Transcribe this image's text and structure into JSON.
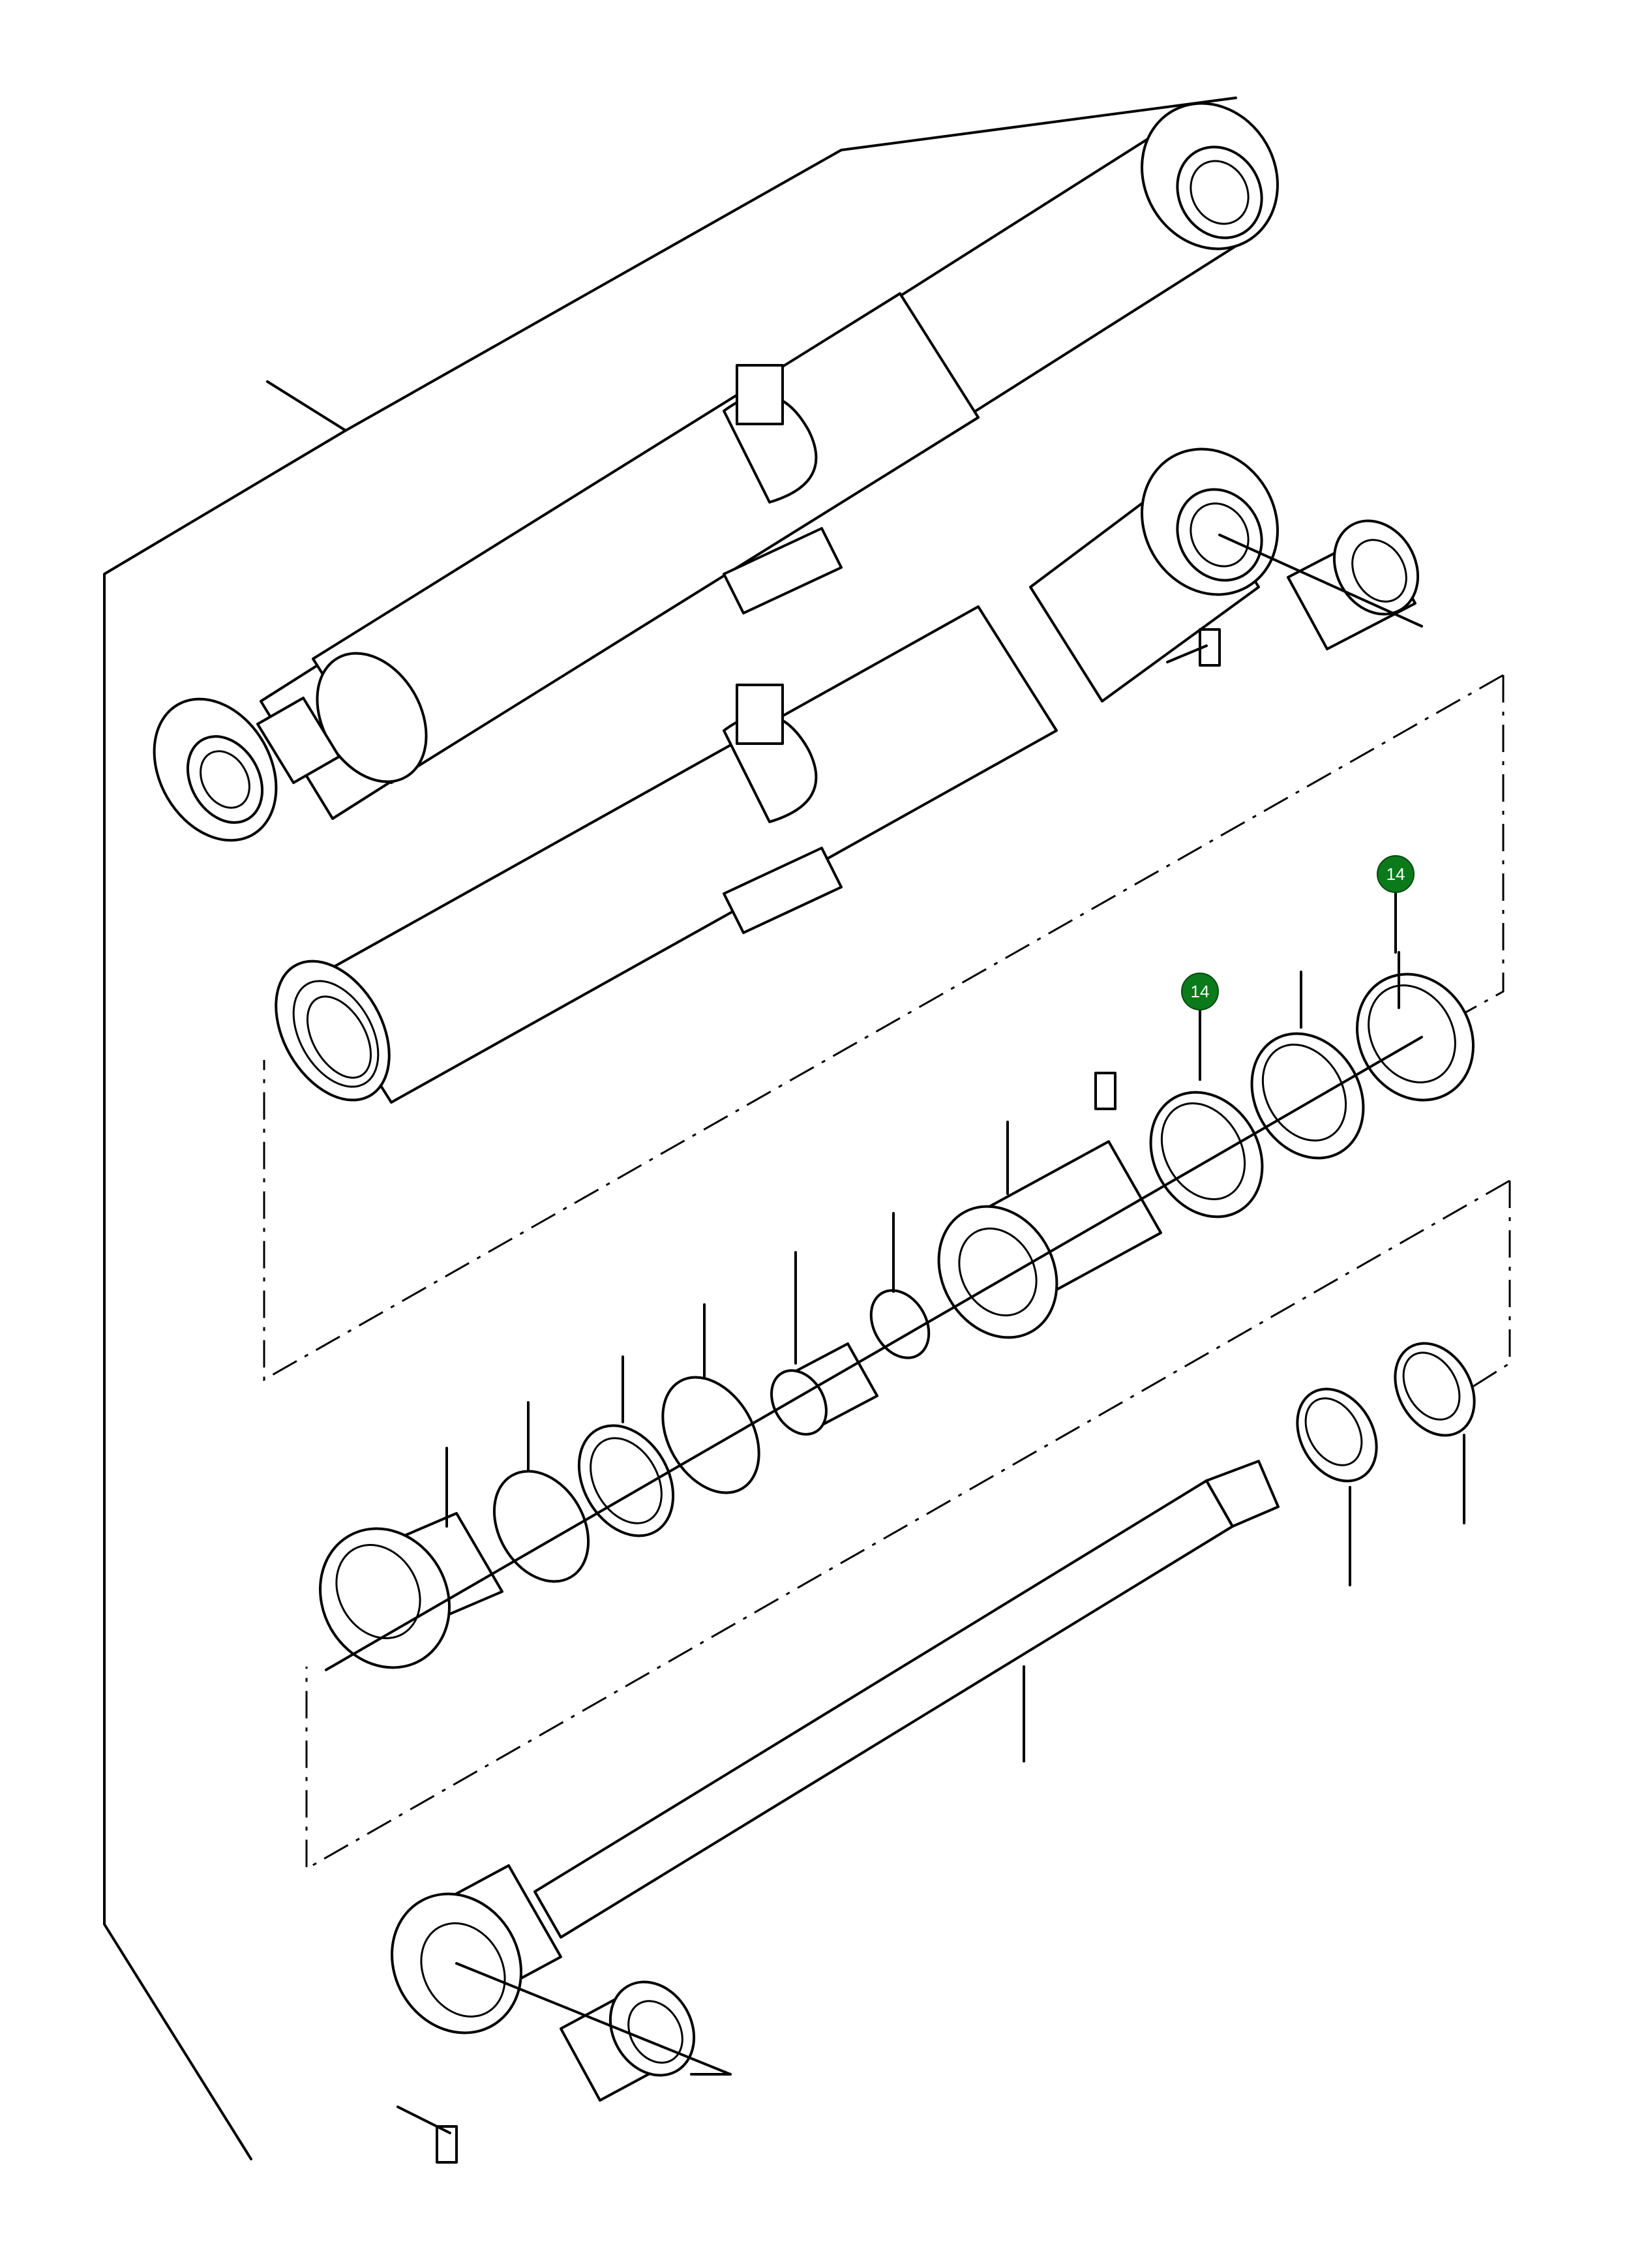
{
  "callouts": [
    {
      "label": "14",
      "part": "ring"
    },
    {
      "label": "14",
      "part": "ring"
    }
  ],
  "colors": {
    "line": "#000000",
    "background": "#ffffff",
    "callout_fill": "#0b7a1b",
    "callout_text": "#ffffff"
  }
}
